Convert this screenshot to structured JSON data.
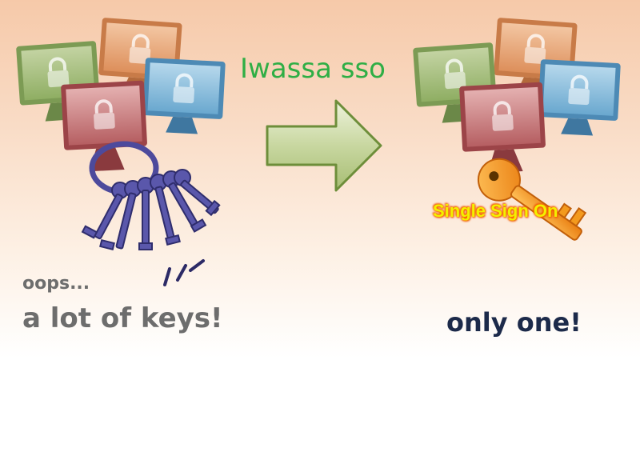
{
  "title_label": "Iwassa sso",
  "left_caption": {
    "line1": "oops...",
    "line2": "a lot of keys!"
  },
  "right_caption": "only one!",
  "key_label": "Single Sign On",
  "colors": {
    "background_top": "#f6c9a9",
    "title_green": "#2fae45",
    "arrow_green": "#8dac58",
    "key_ring_blue": "#4d4a9c",
    "golden_key": "#f39a1e",
    "label_yellow": "#f3f000"
  }
}
